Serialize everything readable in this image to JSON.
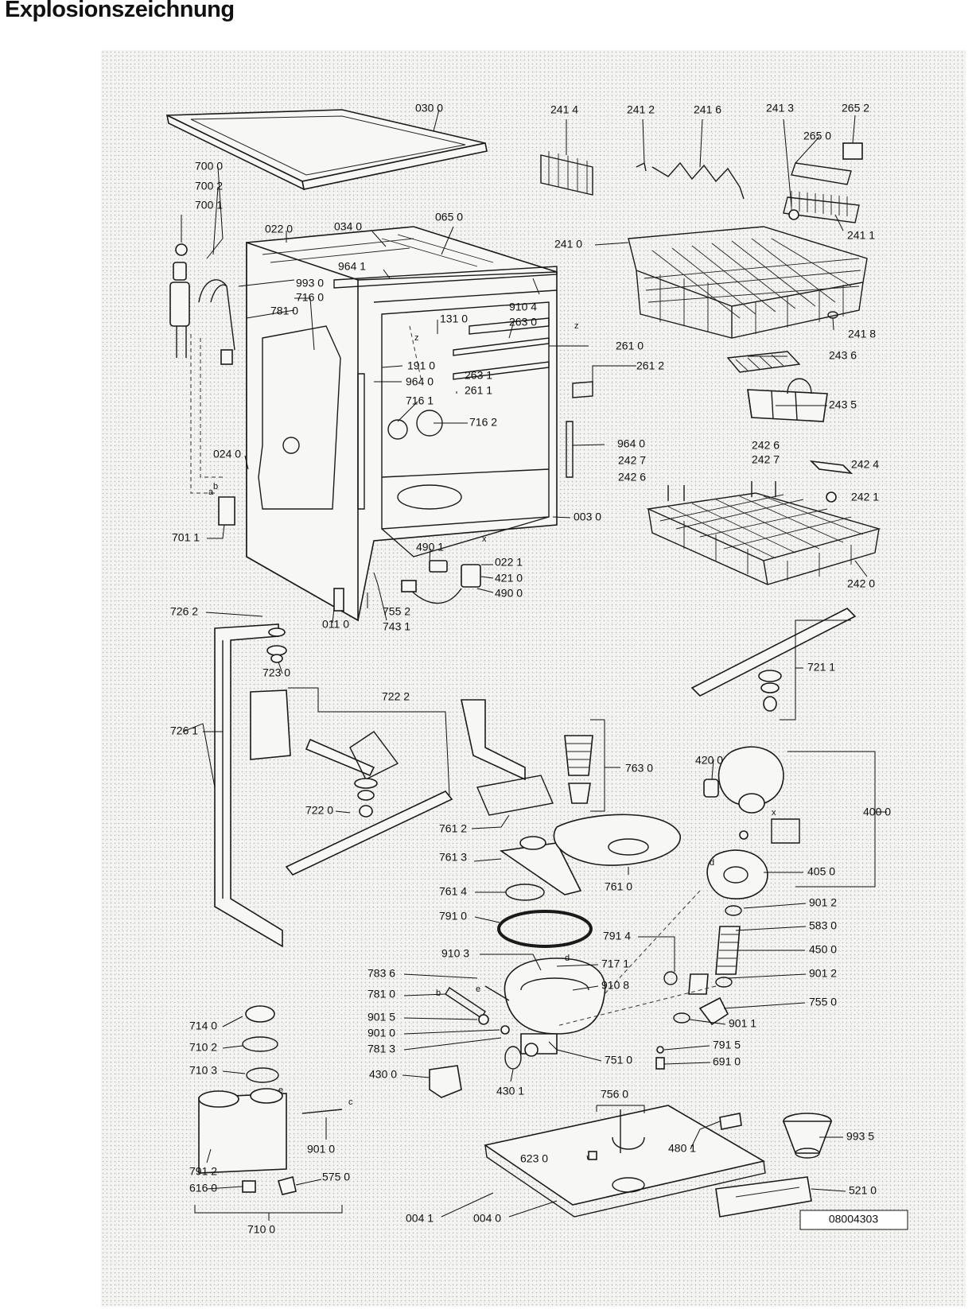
{
  "title": "Explosionszeichnung",
  "reference_number": "08004303",
  "detail_markers": [
    "a",
    "b",
    "c",
    "d",
    "e",
    "x",
    "z"
  ],
  "labels": {
    "030_0": "030 0",
    "241_4": "241 4",
    "241_2": "241 2",
    "241_6": "241 6",
    "241_3": "241 3",
    "265_2": "265 2",
    "265_0": "265 0",
    "241_1": "241 1",
    "241_0": "241 0",
    "241_8": "241 8",
    "700_0": "700 0",
    "700_2": "700 2",
    "700_1": "700 1",
    "022_0": "022 0",
    "034_0": "034 0",
    "065_0": "065 0",
    "964_1": "964 1",
    "993_0": "993 0",
    "716_0": "716 0",
    "781_0_top": "781 0",
    "910_4": "910 4",
    "131_0": "131 0",
    "263_0": "263 0",
    "261_0": "261 0",
    "261_2": "261 2",
    "191_0": "191 0",
    "263_1": "263 1",
    "964_0_inner": "964 0",
    "261_1": "261 1",
    "243_6": "243 6",
    "243_5": "243 5",
    "716_1": "716 1",
    "716_2": "716 2",
    "964_0_side": "964 0",
    "242_6_a": "242 6",
    "242_7_a": "242 7",
    "242_7_b": "242 7",
    "242_6_b": "242 6",
    "242_4": "242 4",
    "242_1": "242 1",
    "024_0": "024 0",
    "701_1": "701 1",
    "003_0": "003 0",
    "490_1": "490 1",
    "022_1": "022 1",
    "421_0": "421 0",
    "490_0": "490 0",
    "242_0": "242 0",
    "726_2": "726 2",
    "755_2": "755 2",
    "743_1": "743 1",
    "011_0": "011 0",
    "723_0": "723 0",
    "721_1": "721 1",
    "722_2": "722 2",
    "726_1": "726 1",
    "763_0": "763 0",
    "420_0": "420 0",
    "722_0": "722 0",
    "761_2": "761 2",
    "400_0": "400 0",
    "761_3": "761 3",
    "761_0": "761 0",
    "405_0": "405 0",
    "761_4": "761 4",
    "901_2_a": "901 2",
    "791_0": "791 0",
    "791_4": "791 4",
    "583_0": "583 0",
    "910_3": "910 3",
    "717_1": "717 1",
    "450_0": "450 0",
    "783_6": "783 6",
    "910_8": "910 8",
    "901_2_b": "901 2",
    "781_0_pump": "781 0",
    "755_0": "755 0",
    "714_0": "714 0",
    "901_5": "901 5",
    "901_1": "901 1",
    "901_0_a": "901 0",
    "710_2": "710 2",
    "781_3": "781 3",
    "791_5": "791 5",
    "751_0": "751 0",
    "691_0": "691 0",
    "710_3": "710 3",
    "430_0": "430 0",
    "430_1": "430 1",
    "756_0": "756 0",
    "901_0_b": "901 0",
    "480_1": "480 1",
    "993_5": "993 5",
    "623_0": "623 0",
    "791_2": "791 2",
    "616_0": "616 0",
    "575_0": "575 0",
    "521_0": "521 0",
    "004_1": "004 1",
    "004_0": "004 0",
    "710_0": "710 0"
  }
}
